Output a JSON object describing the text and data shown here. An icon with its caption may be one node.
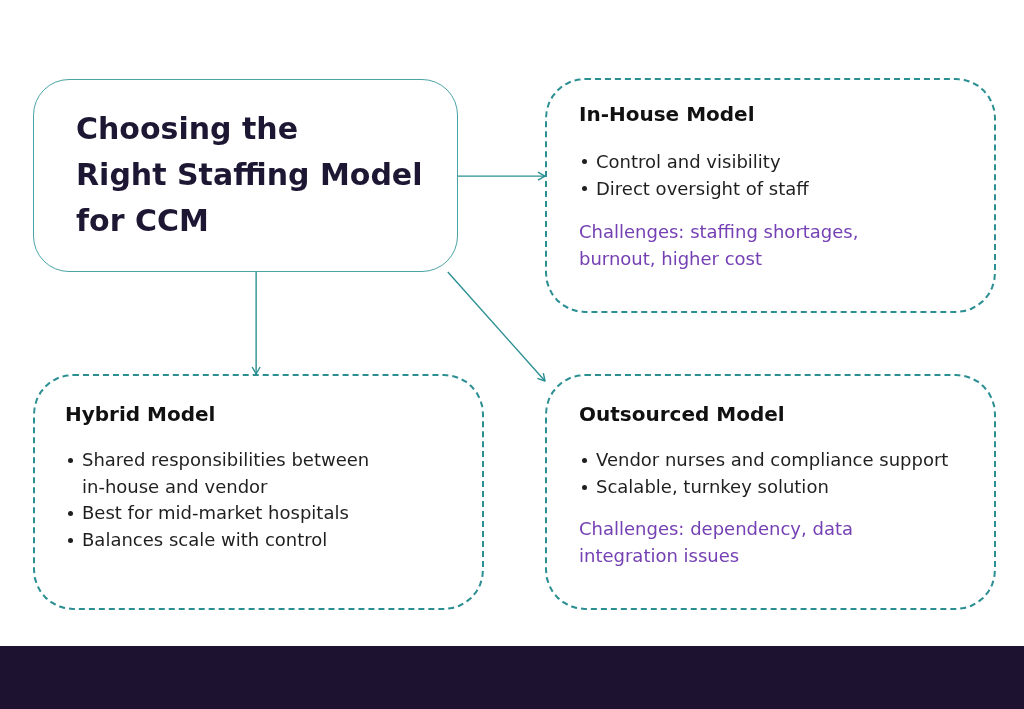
{
  "diagram": {
    "nodes": [
      {
        "text": [
          "Choosing the Right Staffing Model for CCM"
        ]
      },
      {
        "text": [
          "In-House Model",
          "Control and visibility",
          "Direct oversight of staff",
          "Challenges: staffing shortages, burnout, higher cost"
        ]
      },
      {
        "text": [
          "Hybrid Model",
          "Shared responsibilities between in-house and vendor",
          "Best for mid-market hospitals",
          "Balances scale with control"
        ]
      },
      {
        "text": [
          "Outsourced Model",
          "Vendor nurses and compliance support",
          "Scalable, turnkey solution",
          "Challenges: dependency, data integration issues"
        ]
      }
    ],
    "edges": [
      {
        "from": 0,
        "to": 1,
        "arrow": "to"
      },
      {
        "from": 0,
        "to": 2,
        "arrow": "to"
      },
      {
        "from": 0,
        "to": 3,
        "arrow": "to"
      }
    ]
  }
}
